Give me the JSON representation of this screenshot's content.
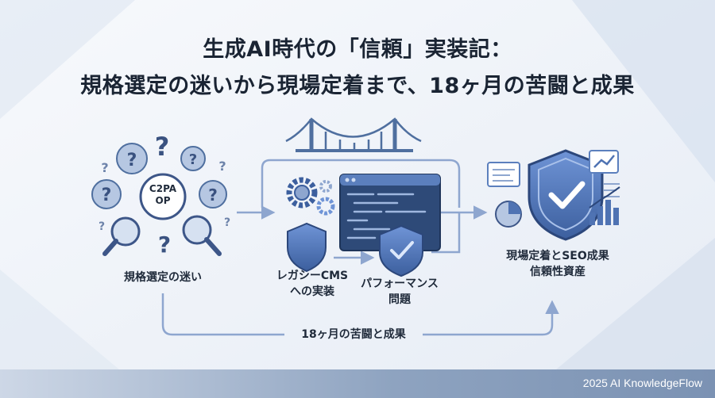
{
  "title": {
    "line1": "生成AI時代の「信頼」実装記：",
    "line2": "規格選定の迷いから現場定着まで、18ヶ月の苦闘と成果"
  },
  "stages": {
    "selection": {
      "label": "規格選定の迷い",
      "badge_line1": "C2PA",
      "badge_line2": "OP"
    },
    "legacy": {
      "label_line1": "レガシーCMS",
      "label_line2": "への実装"
    },
    "performance": {
      "label_line1": "パフォーマンス",
      "label_line2": "問題"
    },
    "result": {
      "label_line1": "現場定着とSEO成果",
      "label_line2": "信頼性資産"
    }
  },
  "timeline_label": "18ヶ月の苦闘と成果",
  "footer": {
    "text": "2025 AI KnowledgeFlow"
  },
  "colors": {
    "accent": "#4f73b3",
    "arrow": "#8ea6cf",
    "title": "#1a2433"
  },
  "icons": [
    "question-mark-icon",
    "magnifier-icon",
    "bridge-icon",
    "gear-icon",
    "shield-icon",
    "code-window-icon",
    "checkmark-icon",
    "pie-chart-icon",
    "bar-chart-icon",
    "trend-line-icon"
  ]
}
